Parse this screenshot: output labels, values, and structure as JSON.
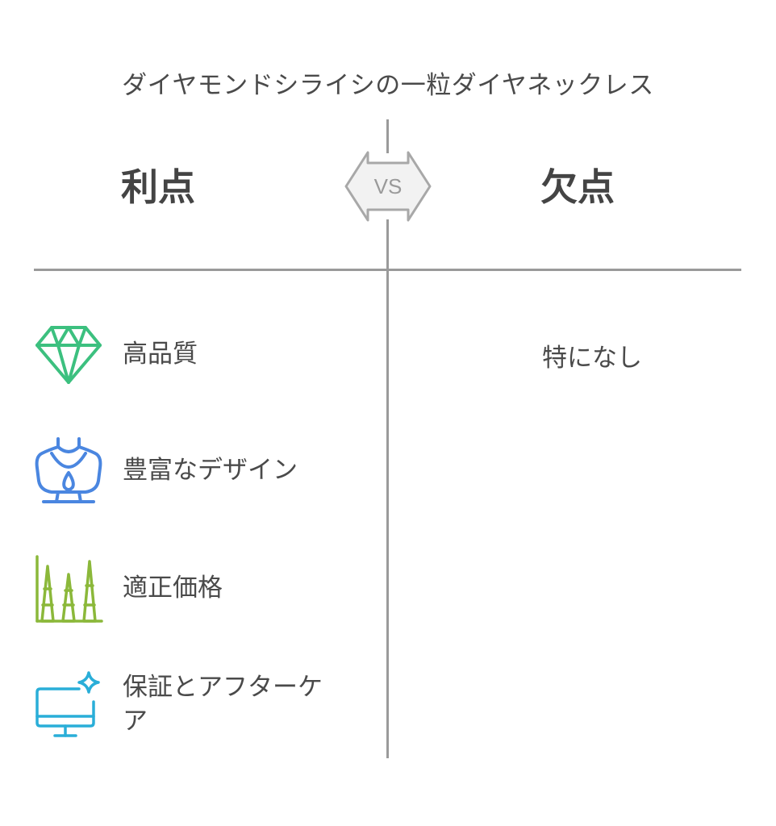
{
  "title": "ダイヤモンドシライシの一粒ダイヤネックレス",
  "vs_label": "VS",
  "pros": {
    "heading": "利点",
    "items": [
      {
        "label": "高品質",
        "icon": "diamond-icon",
        "color": "#3cc07f"
      },
      {
        "label": "豊富なデザイン",
        "icon": "necklace-bust-icon",
        "color": "#4a86e0"
      },
      {
        "label": "適正価格",
        "icon": "price-bars-icon",
        "color": "#8bb83a"
      },
      {
        "label": "保証とアフターケア",
        "icon": "monitor-sparkle-icon",
        "color": "#2aaed8"
      }
    ]
  },
  "cons": {
    "heading": "欠点",
    "items": [
      {
        "label": "特になし"
      }
    ]
  },
  "colors": {
    "divider": "#9a9a9a",
    "text": "#4a4a4a"
  }
}
